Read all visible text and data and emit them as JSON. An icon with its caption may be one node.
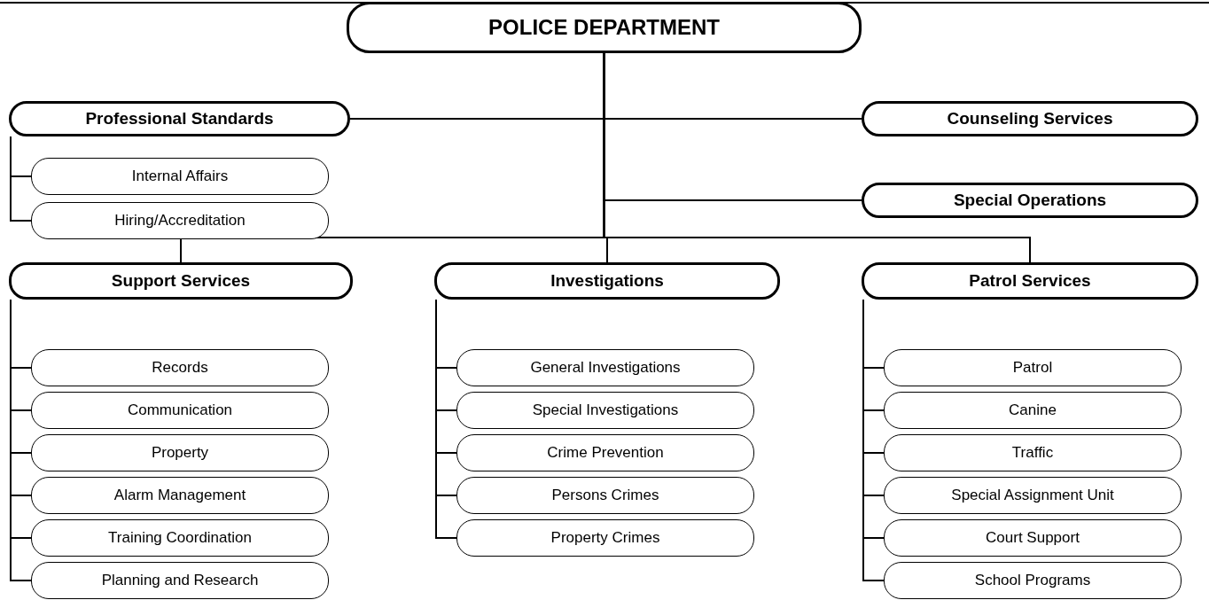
{
  "diagram": {
    "nodes": [
      {
        "text": [
          "POLICE DEPARTMENT"
        ]
      },
      {
        "text": [
          "Professional Standards"
        ]
      },
      {
        "text": [
          "Internal Affairs"
        ]
      },
      {
        "text": [
          "Hiring/Accreditation"
        ]
      },
      {
        "text": [
          "Counseling Services"
        ]
      },
      {
        "text": [
          "Special Operations"
        ]
      },
      {
        "text": [
          "Support Services"
        ]
      },
      {
        "text": [
          "Records"
        ]
      },
      {
        "text": [
          "Communication"
        ]
      },
      {
        "text": [
          "Property"
        ]
      },
      {
        "text": [
          "Alarm Management"
        ]
      },
      {
        "text": [
          "Training Coordination"
        ]
      },
      {
        "text": [
          "Planning and Research"
        ]
      },
      {
        "text": [
          "Investigations"
        ]
      },
      {
        "text": [
          "General Investigations"
        ]
      },
      {
        "text": [
          "Special Investigations"
        ]
      },
      {
        "text": [
          "Crime Prevention"
        ]
      },
      {
        "text": [
          "Persons Crimes"
        ]
      },
      {
        "text": [
          "Property Crimes"
        ]
      },
      {
        "text": [
          "Patrol Services"
        ]
      },
      {
        "text": [
          "Patrol"
        ]
      },
      {
        "text": [
          "Canine"
        ]
      },
      {
        "text": [
          "Traffic"
        ]
      },
      {
        "text": [
          "Special Assignment Unit"
        ]
      },
      {
        "text": [
          "Court Support"
        ]
      },
      {
        "text": [
          "School Programs"
        ]
      }
    ],
    "edges": [
      {
        "from": 0,
        "to": 1,
        "arrow": "none"
      },
      {
        "from": 0,
        "to": 4,
        "arrow": "none"
      },
      {
        "from": 0,
        "to": 5,
        "arrow": "none"
      },
      {
        "from": 0,
        "to": 6,
        "arrow": "none"
      },
      {
        "from": 0,
        "to": 13,
        "arrow": "none"
      },
      {
        "from": 0,
        "to": 19,
        "arrow": "none"
      },
      {
        "from": 1,
        "to": 2,
        "arrow": "none"
      },
      {
        "from": 1,
        "to": 3,
        "arrow": "none"
      },
      {
        "from": 6,
        "to": 7,
        "arrow": "none"
      },
      {
        "from": 6,
        "to": 8,
        "arrow": "none"
      },
      {
        "from": 6,
        "to": 9,
        "arrow": "none"
      },
      {
        "from": 6,
        "to": 10,
        "arrow": "none"
      },
      {
        "from": 6,
        "to": 11,
        "arrow": "none"
      },
      {
        "from": 6,
        "to": 12,
        "arrow": "none"
      },
      {
        "from": 13,
        "to": 14,
        "arrow": "none"
      },
      {
        "from": 13,
        "to": 15,
        "arrow": "none"
      },
      {
        "from": 13,
        "to": 16,
        "arrow": "none"
      },
      {
        "from": 13,
        "to": 17,
        "arrow": "none"
      },
      {
        "from": 13,
        "to": 18,
        "arrow": "none"
      },
      {
        "from": 19,
        "to": 20,
        "arrow": "none"
      },
      {
        "from": 19,
        "to": 21,
        "arrow": "none"
      },
      {
        "from": 19,
        "to": 22,
        "arrow": "none"
      },
      {
        "from": 19,
        "to": 23,
        "arrow": "none"
      },
      {
        "from": 19,
        "to": 24,
        "arrow": "none"
      },
      {
        "from": 19,
        "to": 25,
        "arrow": "none"
      }
    ]
  }
}
